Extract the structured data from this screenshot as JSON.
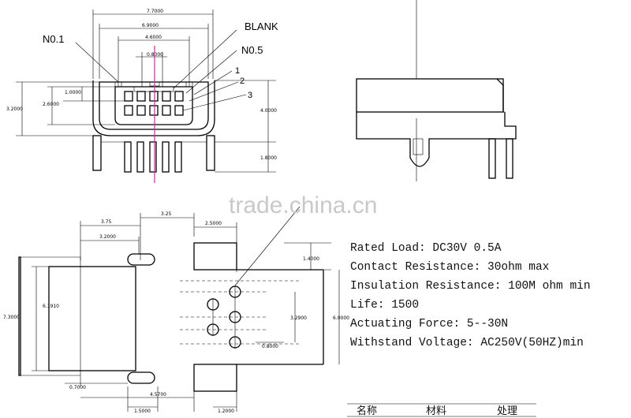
{
  "top_view": {
    "dims": {
      "overall_width": "7.7000",
      "inner_width": "6.9000",
      "pin_span": "4.6000",
      "pin_pitch": "0.8000",
      "left_upper": "1.0000",
      "left_mid": "2.6000",
      "left_full": "3.2000",
      "right_full": "4.0000",
      "right_lower": "1.8000"
    },
    "callouts": {
      "no1": "N0.1",
      "blank": "BLANK",
      "no5": "N0.5",
      "c1": "1",
      "c2": "2",
      "c3": "3"
    }
  },
  "footprint": {
    "dims": {
      "d_3_75": "3.75",
      "d_3_25": "3.25",
      "d_2_5": "2.5000",
      "d_3_2": "3.2000",
      "d_1_4": "1.4000",
      "d_7_3": "7.3000",
      "d_6_19": "6.1910",
      "d_3_29": "3.2900",
      "d_6_0": "6.0000",
      "d_0_8": "0.8000",
      "d_0_7": "0.7000",
      "d_4_57": "4.5700",
      "d_1_5": "1.5000",
      "d_1_2": "1.2000"
    }
  },
  "watermark": "trade.china.cn",
  "specs": [
    "Rated Load: DC30V 0.5A",
    "Contact Resistance: 30ohm max",
    "Insulation Resistance: 100M ohm min",
    "Life: 1500",
    "Actuating Force: 5--30N",
    "Withstand Voltage: AC250V(50HZ)min"
  ],
  "table_headers": [
    "名称",
    "材料",
    "处理"
  ]
}
